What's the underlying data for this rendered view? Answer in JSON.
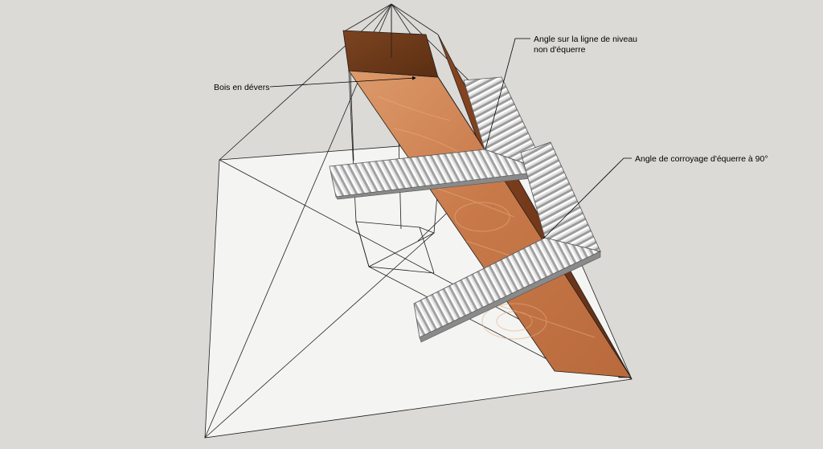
{
  "labels": {
    "timber": "Bois en dévers",
    "level_angle_line1": "Angle sur la ligne de niveau",
    "level_angle_line2": "non d'équerre",
    "square_angle": "Angle de corroyage d'équerre à 90°"
  },
  "colors": {
    "background": "#dcdad6",
    "ground_plane": "#f4f4f2",
    "wood_face": "#c8794a",
    "wood_top": "#6e3a1a",
    "wood_side": "#7a3d1c",
    "template_light": "#f0f0f0",
    "template_dark": "#9a9a9a",
    "lines": "#1e1e1e"
  }
}
